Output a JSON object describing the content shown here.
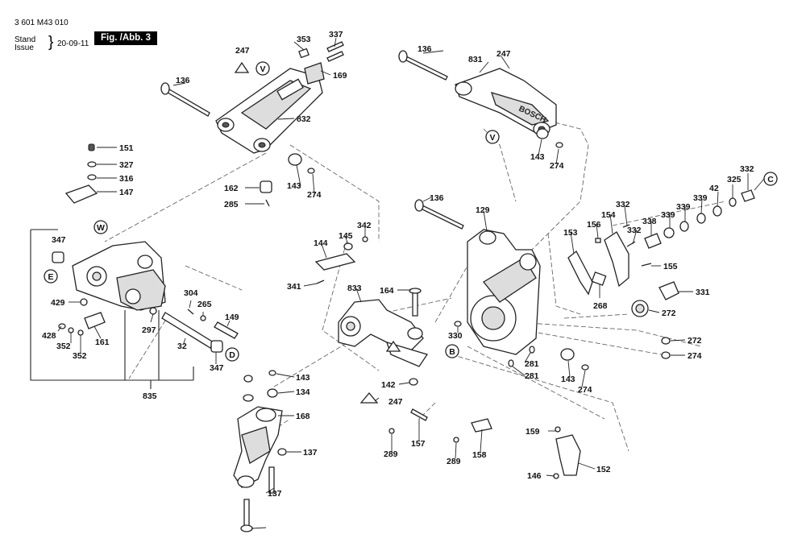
{
  "header": {
    "doc_number": "3 601 M43 010",
    "stand_label": "Stand",
    "issue_label": "Issue",
    "date": "20-09-11",
    "figure": "Fig. /Abb. 3"
  },
  "callouts": [
    "V",
    "V",
    "W",
    "E",
    "D",
    "B",
    "C"
  ],
  "warning_label": "247",
  "part_labels": [
    "353",
    "337",
    "247",
    "169",
    "136",
    "832",
    "151",
    "327",
    "316",
    "147",
    "143",
    "274",
    "162",
    "285",
    "347",
    "429",
    "428",
    "352",
    "352",
    "161",
    "297",
    "304",
    "265",
    "149",
    "32",
    "347",
    "835",
    "136",
    "831",
    "247",
    "143",
    "274",
    "136",
    "129",
    "144",
    "145",
    "342",
    "341",
    "833",
    "164",
    "330",
    "281",
    "281",
    "143",
    "274",
    "142",
    "247",
    "157",
    "289",
    "289",
    "158",
    "159",
    "152",
    "146",
    "153",
    "156",
    "154",
    "332",
    "332",
    "338",
    "339",
    "339",
    "339",
    "42",
    "325",
    "332",
    "155",
    "268",
    "331",
    "272",
    "272",
    "274",
    "143",
    "134",
    "168",
    "137",
    "137"
  ]
}
